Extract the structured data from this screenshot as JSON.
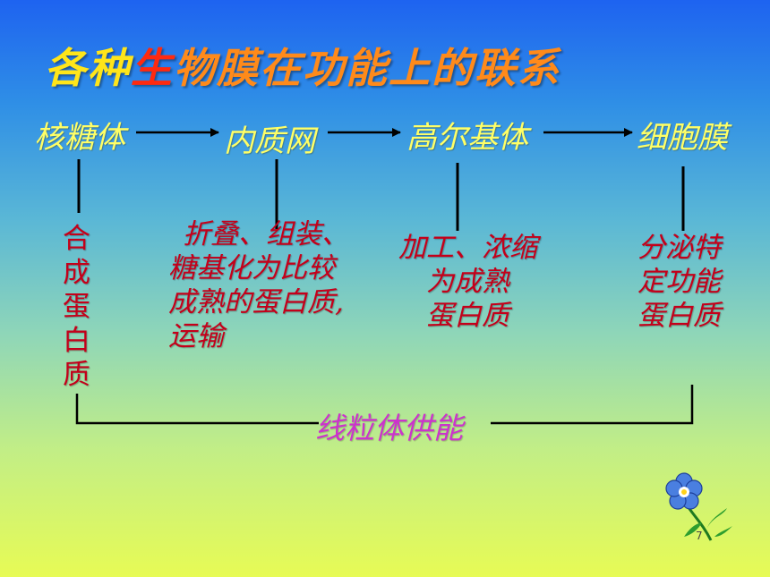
{
  "title": {
    "part1": "各种",
    "part2": "生",
    "part3": "物膜在功能上的联系"
  },
  "nodes": {
    "ribosome": "核糖体",
    "er": "内质网",
    "golgi": "高尔基体",
    "membrane": "细胞膜"
  },
  "descriptions": {
    "ribosome": "合成蛋白质",
    "er": [
      "折叠、组装、",
      "糖基化为比较",
      "成熟的蛋白质,",
      "运输"
    ],
    "golgi": [
      "加工、浓缩",
      "为成熟",
      "蛋白质"
    ],
    "membrane": [
      "分泌特",
      "定功能",
      "蛋白质"
    ]
  },
  "energy_label": "线粒体供能",
  "page_number": "7",
  "colors": {
    "node_text": "#ffff66",
    "description_text": "#c4001a",
    "energy_text": "#cc33cc"
  },
  "icons": {
    "decoration": "flower-icon"
  }
}
